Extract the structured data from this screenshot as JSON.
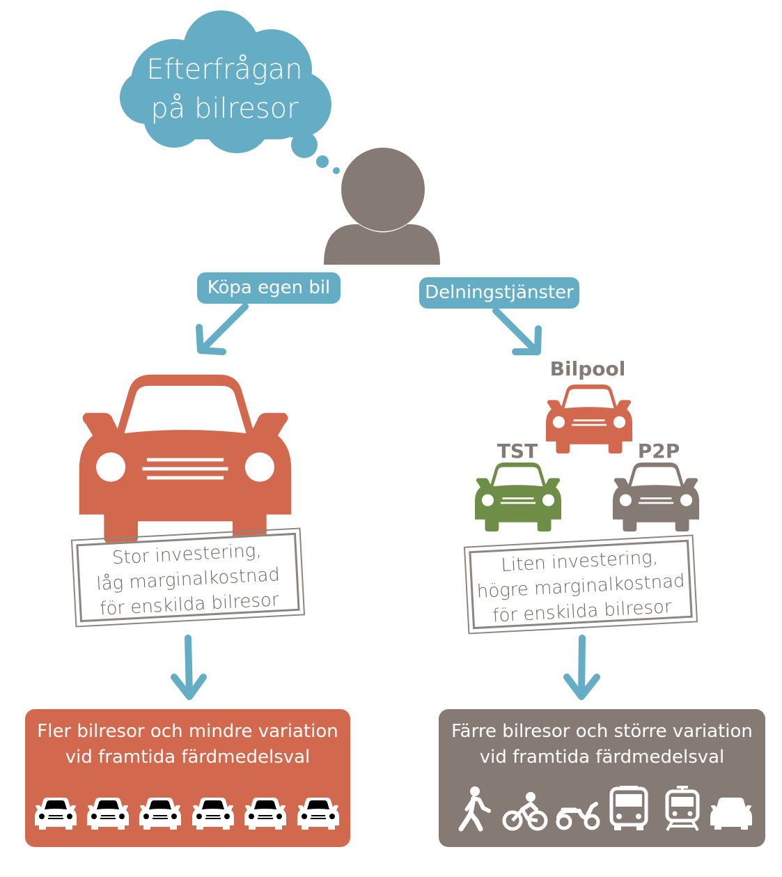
{
  "cloud": {
    "line1": "Efterfrågan",
    "line2": "på bilresor"
  },
  "branches": {
    "left": "Köpa egen bil",
    "right": "Delningstjänster"
  },
  "shared_cars": {
    "top": "Bilpool",
    "left": "TST",
    "right": "P2P"
  },
  "stamp_left": {
    "line1": "Stor investering,",
    "line2": "låg marginalkostnad",
    "line3": "för enskilda bilresor"
  },
  "stamp_right": {
    "line1": "Liten investering,",
    "line2": "högre marginalkostnad",
    "line3": "för enskilda bilresor"
  },
  "result_left": {
    "line1": "Fler bilresor och mindre variation",
    "line2": "vid framtida färdmedelsval"
  },
  "result_right": {
    "line1": "Färre bilresor och större variation",
    "line2": "vid framtida färdmedelsval"
  },
  "colors": {
    "blue": "#64adc4",
    "red": "#d2684e",
    "gray": "#857a74",
    "green": "#6e8d46"
  },
  "icons": {
    "left_row": [
      "car-icon",
      "car-icon",
      "car-icon",
      "car-icon",
      "car-icon",
      "car-icon"
    ],
    "right_row": [
      "pedestrian-icon",
      "bicycle-icon",
      "scooter-icon",
      "bus-icon",
      "tram-icon",
      "car-icon"
    ]
  }
}
